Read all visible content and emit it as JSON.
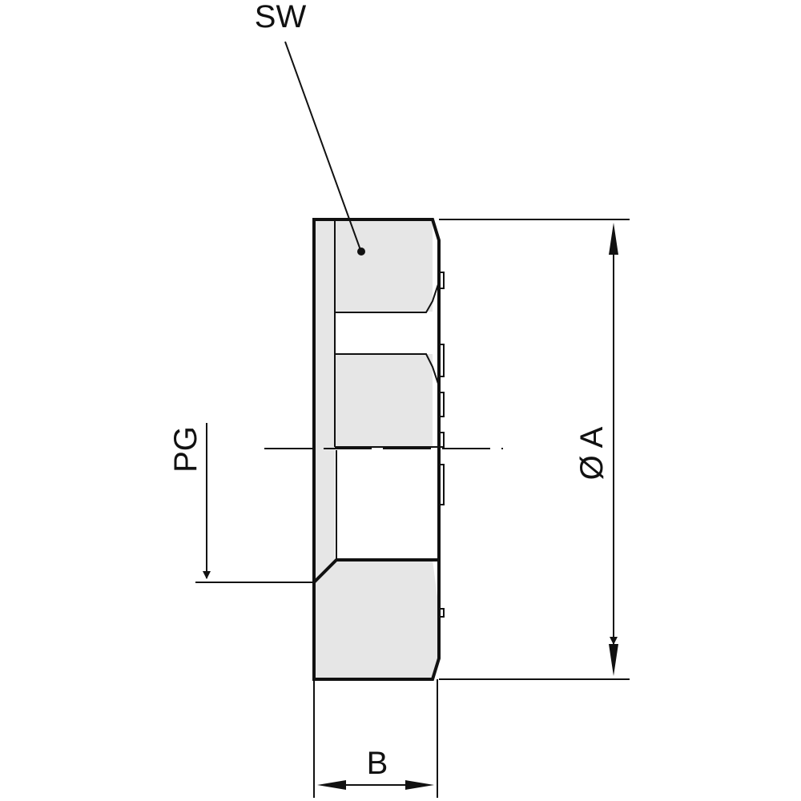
{
  "labels": {
    "sw": "SW",
    "pg": "PG",
    "diameter_a": "Ø A",
    "b": "B"
  },
  "colors": {
    "line": "#111111",
    "fill": "#e6e6e6",
    "background": "#ffffff"
  }
}
